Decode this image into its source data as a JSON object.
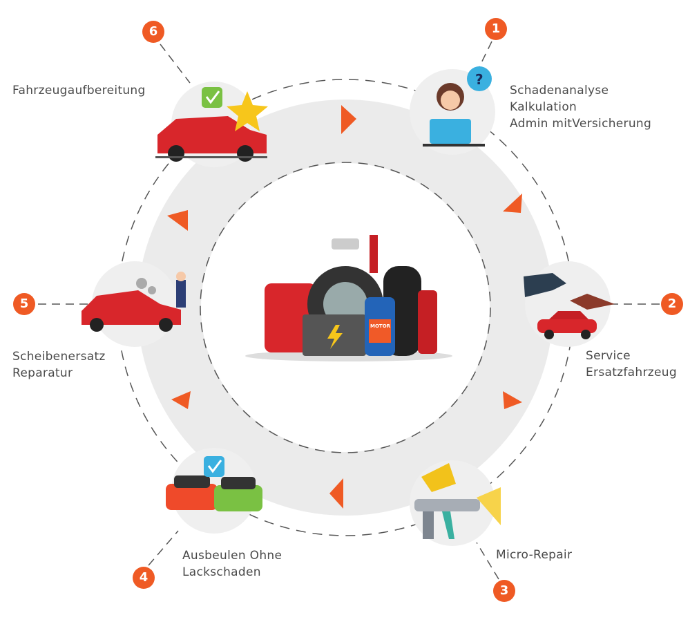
{
  "colors": {
    "accent": "#ef5a24",
    "ring": "#ebebeb",
    "text": "#4a4a4a"
  },
  "center": {
    "icon": "auto-parts-icon",
    "battery_label": "MOTOR"
  },
  "steps": [
    {
      "number": "1",
      "lines": [
        "Schadenanalyse",
        "Kalkulation",
        "Admin mitVersicherung"
      ],
      "icon": "support-agent-icon"
    },
    {
      "number": "2",
      "lines": [
        "Service",
        "Ersatzfahrzeug"
      ],
      "icon": "car-key-handover-icon"
    },
    {
      "number": "3",
      "lines": [
        "Micro-Repair"
      ],
      "icon": "spray-gun-icon"
    },
    {
      "number": "4",
      "lines": [
        "Ausbeulen Ohne",
        "Lackschaden"
      ],
      "icon": "two-cars-check-icon"
    },
    {
      "number": "5",
      "lines": [
        "Scheibenersatz",
        "Reparatur"
      ],
      "icon": "mechanic-car-icon"
    },
    {
      "number": "6",
      "lines": [
        "Fahrzeugaufbereitung"
      ],
      "icon": "car-star-icon"
    }
  ]
}
